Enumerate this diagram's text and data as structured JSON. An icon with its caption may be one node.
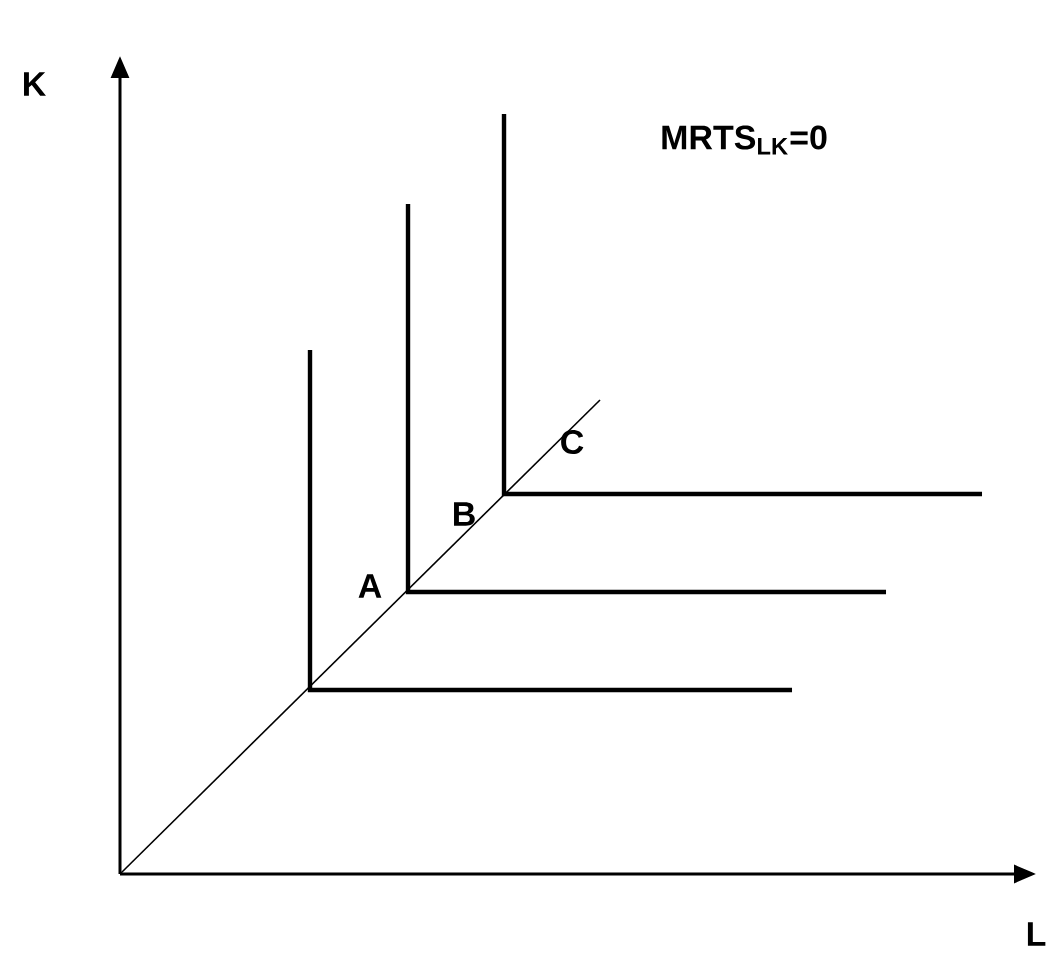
{
  "diagram": {
    "labels": [
      "K",
      "MRTS$_{LK}$=0",
      "C",
      "B",
      "A",
      "L"
    ]
  }
}
